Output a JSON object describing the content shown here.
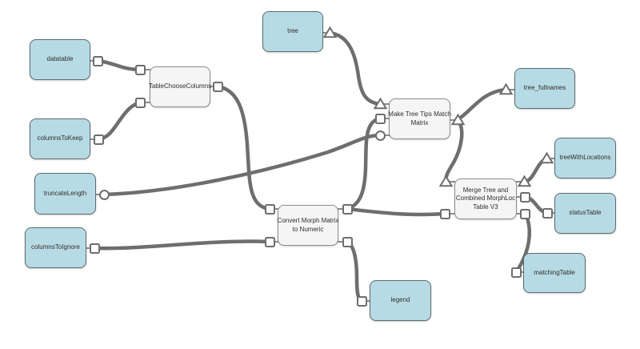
{
  "canvas": {
    "background": "#ffffff"
  },
  "palette": {
    "data_node_fill": "#b7dbe4",
    "data_node_border": "#5f6a70",
    "process_node_fill": "#f5f5f5",
    "process_node_border": "#8c8c8c",
    "edge_color": "#6e6e6e",
    "port_fill": "#ffffff",
    "label_color": "#2e2e2e"
  },
  "nodes": {
    "datatable": {
      "label": "datatable",
      "type": "data",
      "ports": {
        "out": "square"
      }
    },
    "columnsToKeep": {
      "label": "columnsToKeep",
      "type": "data",
      "ports": {
        "out": "square"
      }
    },
    "tableChooseColumns": {
      "label": "TableChooseColumns",
      "type": "process",
      "ports": {
        "in1": "square",
        "in2": "square",
        "out": "square"
      }
    },
    "tree": {
      "label": "tree",
      "type": "data",
      "ports": {
        "out": "triangle"
      }
    },
    "makeTreeTips": {
      "label": "Make Tree Tips Match\nMatrix",
      "type": "process",
      "ports": {
        "in1": "triangle",
        "in2": "square",
        "in3": "circle",
        "out": "triangle"
      }
    },
    "treeFullnames": {
      "label": "tree_fullnames",
      "type": "data",
      "ports": {
        "in": "triangle"
      }
    },
    "truncateLength": {
      "label": "truncateLength",
      "type": "data",
      "ports": {
        "out": "circle"
      }
    },
    "columnsToIgnore": {
      "label": "columnsToIgnore",
      "type": "data",
      "ports": {
        "out": "square"
      }
    },
    "convertMorph": {
      "label": "Convert Morph Matrix\nto Numeric",
      "type": "process",
      "ports": {
        "in1": "square",
        "in2": "square",
        "out1": "square",
        "out2": "square"
      }
    },
    "legend": {
      "label": "legend",
      "type": "data",
      "ports": {
        "in": "square"
      }
    },
    "mergeTree": {
      "label": "Merge Tree and\nCombined MorphLoc\nTable V3",
      "type": "process",
      "ports": {
        "in1": "triangle",
        "in2": "square",
        "out1": "triangle",
        "out2": "square",
        "out3": "square"
      }
    },
    "treeWithLocations": {
      "label": "treeWithLocations",
      "type": "data",
      "ports": {
        "in": "triangle"
      }
    },
    "statusTable": {
      "label": "statusTable",
      "type": "data",
      "ports": {
        "in": "square"
      }
    },
    "matchingTable": {
      "label": "matchingTable",
      "type": "data",
      "ports": {
        "in": "square"
      }
    }
  },
  "edges": [
    {
      "from": "datatable",
      "fromPort": "out",
      "to": "tableChooseColumns",
      "toPort": "in1"
    },
    {
      "from": "columnsToKeep",
      "fromPort": "out",
      "to": "tableChooseColumns",
      "toPort": "in2"
    },
    {
      "from": "tableChooseColumns",
      "fromPort": "out",
      "to": "convertMorph",
      "toPort": "in1"
    },
    {
      "from": "columnsToIgnore",
      "fromPort": "out",
      "to": "convertMorph",
      "toPort": "in2"
    },
    {
      "from": "truncateLength",
      "fromPort": "out",
      "to": "makeTreeTips",
      "toPort": "in3"
    },
    {
      "from": "tree",
      "fromPort": "out",
      "to": "makeTreeTips",
      "toPort": "in1"
    },
    {
      "from": "convertMorph",
      "fromPort": "out1",
      "to": "makeTreeTips",
      "toPort": "in2"
    },
    {
      "from": "convertMorph",
      "fromPort": "out1",
      "to": "mergeTree",
      "toPort": "in2"
    },
    {
      "from": "convertMorph",
      "fromPort": "out2",
      "to": "legend",
      "toPort": "in"
    },
    {
      "from": "makeTreeTips",
      "fromPort": "out",
      "to": "treeFullnames",
      "toPort": "in"
    },
    {
      "from": "makeTreeTips",
      "fromPort": "out",
      "to": "mergeTree",
      "toPort": "in1"
    },
    {
      "from": "mergeTree",
      "fromPort": "out1",
      "to": "treeWithLocations",
      "toPort": "in"
    },
    {
      "from": "mergeTree",
      "fromPort": "out2",
      "to": "statusTable",
      "toPort": "in"
    },
    {
      "from": "mergeTree",
      "fromPort": "out3",
      "to": "matchingTable",
      "toPort": "in"
    }
  ]
}
